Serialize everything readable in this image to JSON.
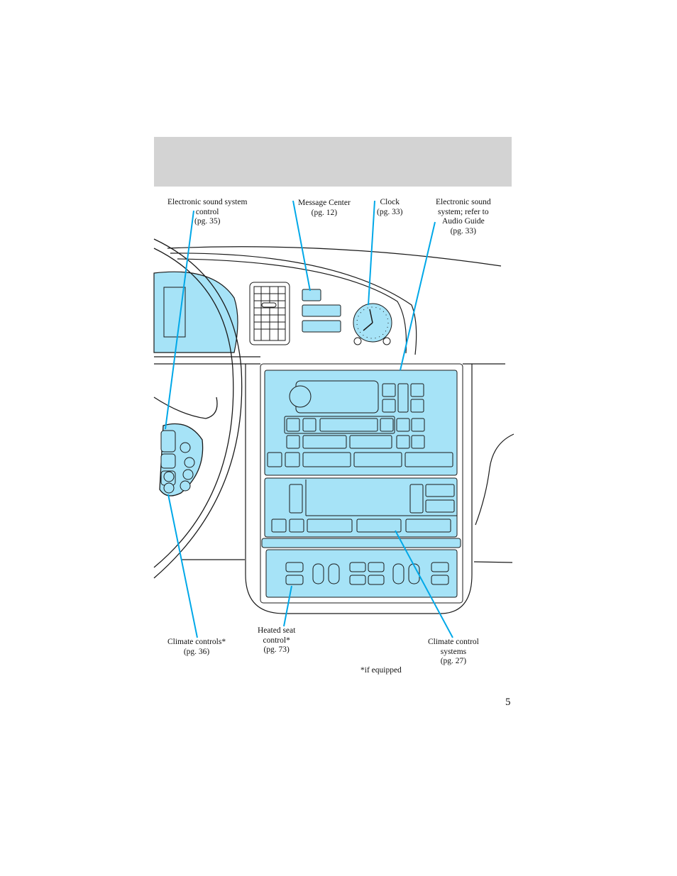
{
  "callouts": {
    "sound_control": [
      "Electronic sound system",
      "control",
      "(pg. 35)"
    ],
    "message_center": [
      "Message Center",
      "(pg. 12)"
    ],
    "clock": [
      "Clock",
      "(pg. 33)"
    ],
    "sound_system": [
      "Electronic sound",
      "system; refer to",
      "Audio Guide",
      "(pg. 33)"
    ],
    "climate_controls": [
      "Climate controls*",
      "(pg. 36)"
    ],
    "heated_seat": [
      "Heated seat",
      "control*",
      "(pg. 73)"
    ],
    "climate_systems": [
      "Climate control",
      "systems",
      "(pg. 27)"
    ]
  },
  "footnote": "*if equipped",
  "page_number": "5",
  "colors": {
    "panel_fill": "#a6e3f7",
    "leader_line": "#00a8e8",
    "header_band": "#d3d3d3"
  }
}
